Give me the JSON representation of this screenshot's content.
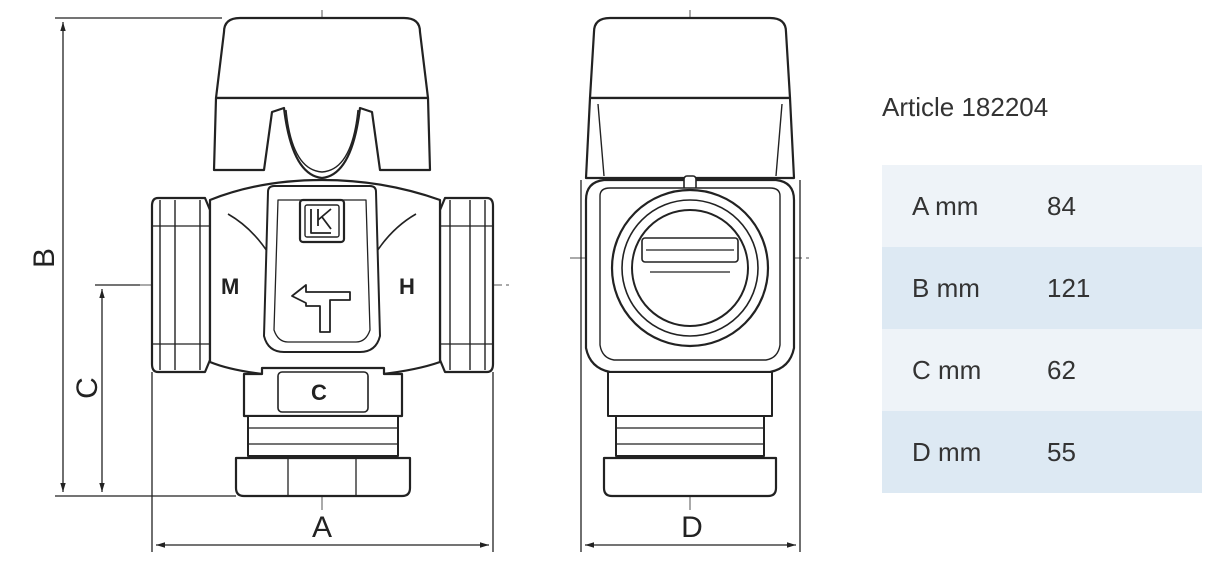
{
  "diagram": {
    "dimension_labels": {
      "a": "A",
      "b": "B",
      "c": "C",
      "d": "D"
    },
    "port_labels": {
      "mixed": "M",
      "hot": "H",
      "cold": "C"
    },
    "logo_text": "LK"
  },
  "article": {
    "title": "Article 182204",
    "rows": [
      {
        "label": "A mm",
        "value": "84"
      },
      {
        "label": "B mm",
        "value": "121"
      },
      {
        "label": "C mm",
        "value": "62"
      },
      {
        "label": "D mm",
        "value": "55"
      }
    ]
  }
}
